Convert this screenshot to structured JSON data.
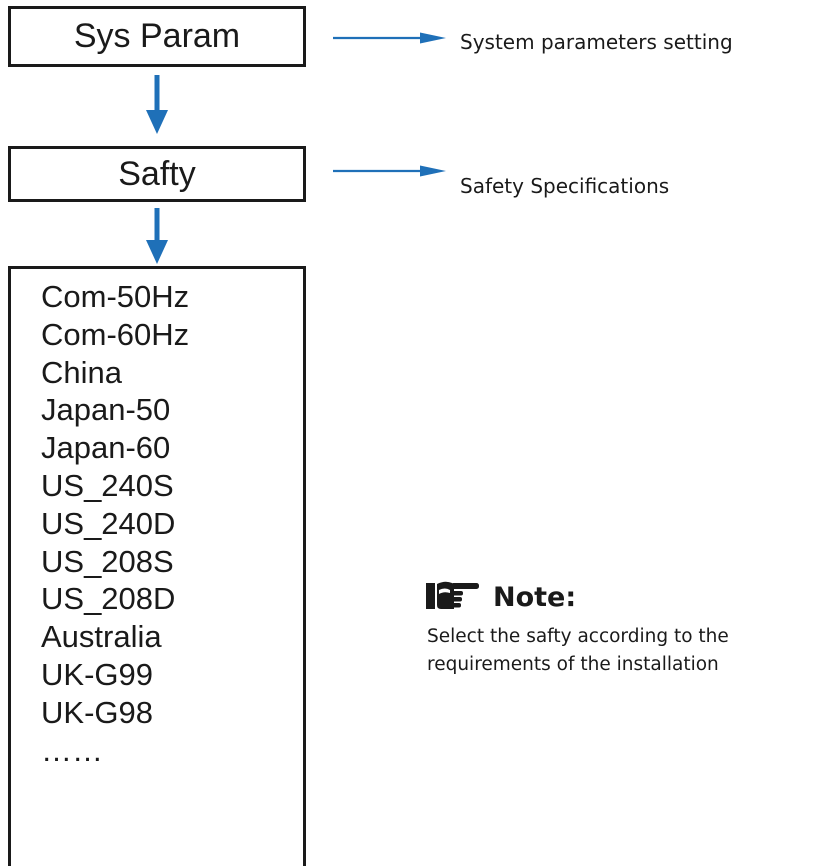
{
  "colors": {
    "arrow": "#1f70b8",
    "border": "#1a1a1a",
    "text": "#1a1a1a"
  },
  "menu": {
    "sys_param": {
      "label": "Sys Param",
      "description": "System parameters setting"
    },
    "safety": {
      "label": "Safty",
      "description": "Safety Specifications"
    },
    "options": [
      "Com-50Hz",
      "Com-60Hz",
      "China",
      "Japan-50",
      "Japan-60",
      "US_240S",
      "US_240D",
      "US_208S",
      "US_208D",
      "Australia",
      "UK-G99",
      "UK-G98",
      "……"
    ]
  },
  "note": {
    "icon": "pointing-hand-icon",
    "title": "Note:",
    "lines": [
      "Select the safty according to the",
      "requirements of the installation"
    ]
  }
}
